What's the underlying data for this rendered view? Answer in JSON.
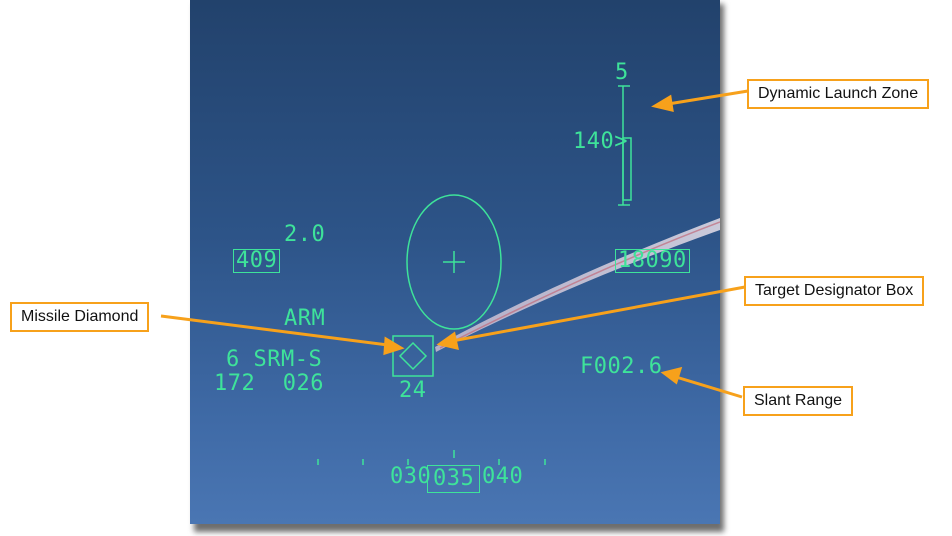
{
  "hud": {
    "dlz_top_label": "5",
    "dlz_range_marker": "140>",
    "mach": "2.0",
    "airspeed": "409",
    "altitude": "18090",
    "master_arm": "ARM",
    "weapon_line": "6 SRM-S",
    "bottom_left_values": "172  026",
    "target_closure": "24",
    "slant_range": "F002.6",
    "heading_left": "030",
    "heading_current": "035",
    "heading_right": "040",
    "colors": {
      "symbology": "#3ee39a",
      "sky_top": "#22426c",
      "sky_bottom": "#4a76b3"
    }
  },
  "callouts": {
    "dlz": "Dynamic Launch Zone",
    "tdbox": "Target Designator Box",
    "missile_diamond": "Missile Diamond",
    "slant_range": "Slant Range",
    "accent_color": "#f7a11b"
  }
}
